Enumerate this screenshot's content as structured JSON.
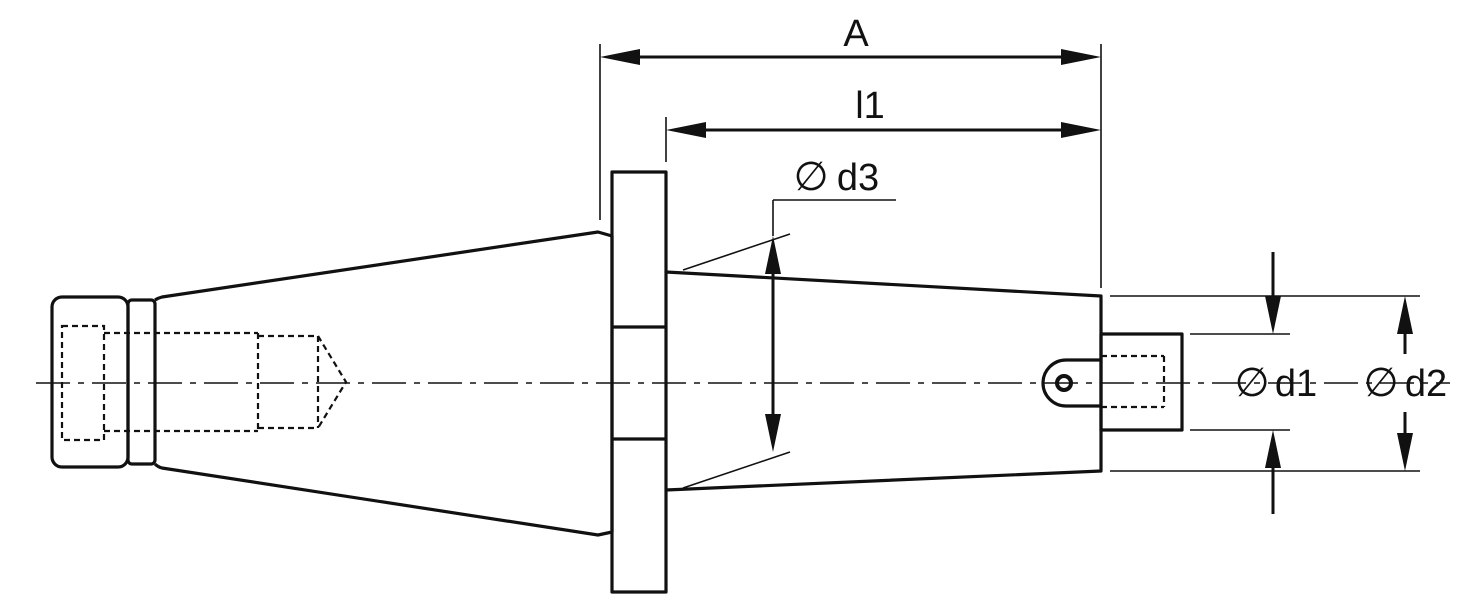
{
  "drawing": {
    "labels": {
      "a": "A",
      "l1": "l1",
      "d3": "d3",
      "d1": "d1",
      "d2": "d2"
    },
    "diameter_symbol": "∅"
  }
}
